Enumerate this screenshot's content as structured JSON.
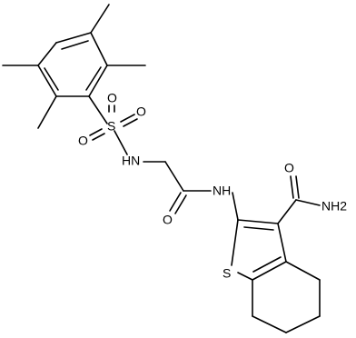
{
  "structure": {
    "labels": {
      "sulfonyl_o_top": "O",
      "sulfonyl_s": "S",
      "sulfonyl_o_right": "O",
      "sulfonyl_o_bottom": "O",
      "sulfonamide_nh": "HN",
      "amide_o": "O",
      "amide_nh": "NH",
      "carboxamide_o": "O",
      "carboxamide_nh2": "NH2",
      "thiophene_s": "S"
    },
    "colors": {
      "bond": "#000000",
      "text": "#000000",
      "background": "#ffffff"
    }
  }
}
